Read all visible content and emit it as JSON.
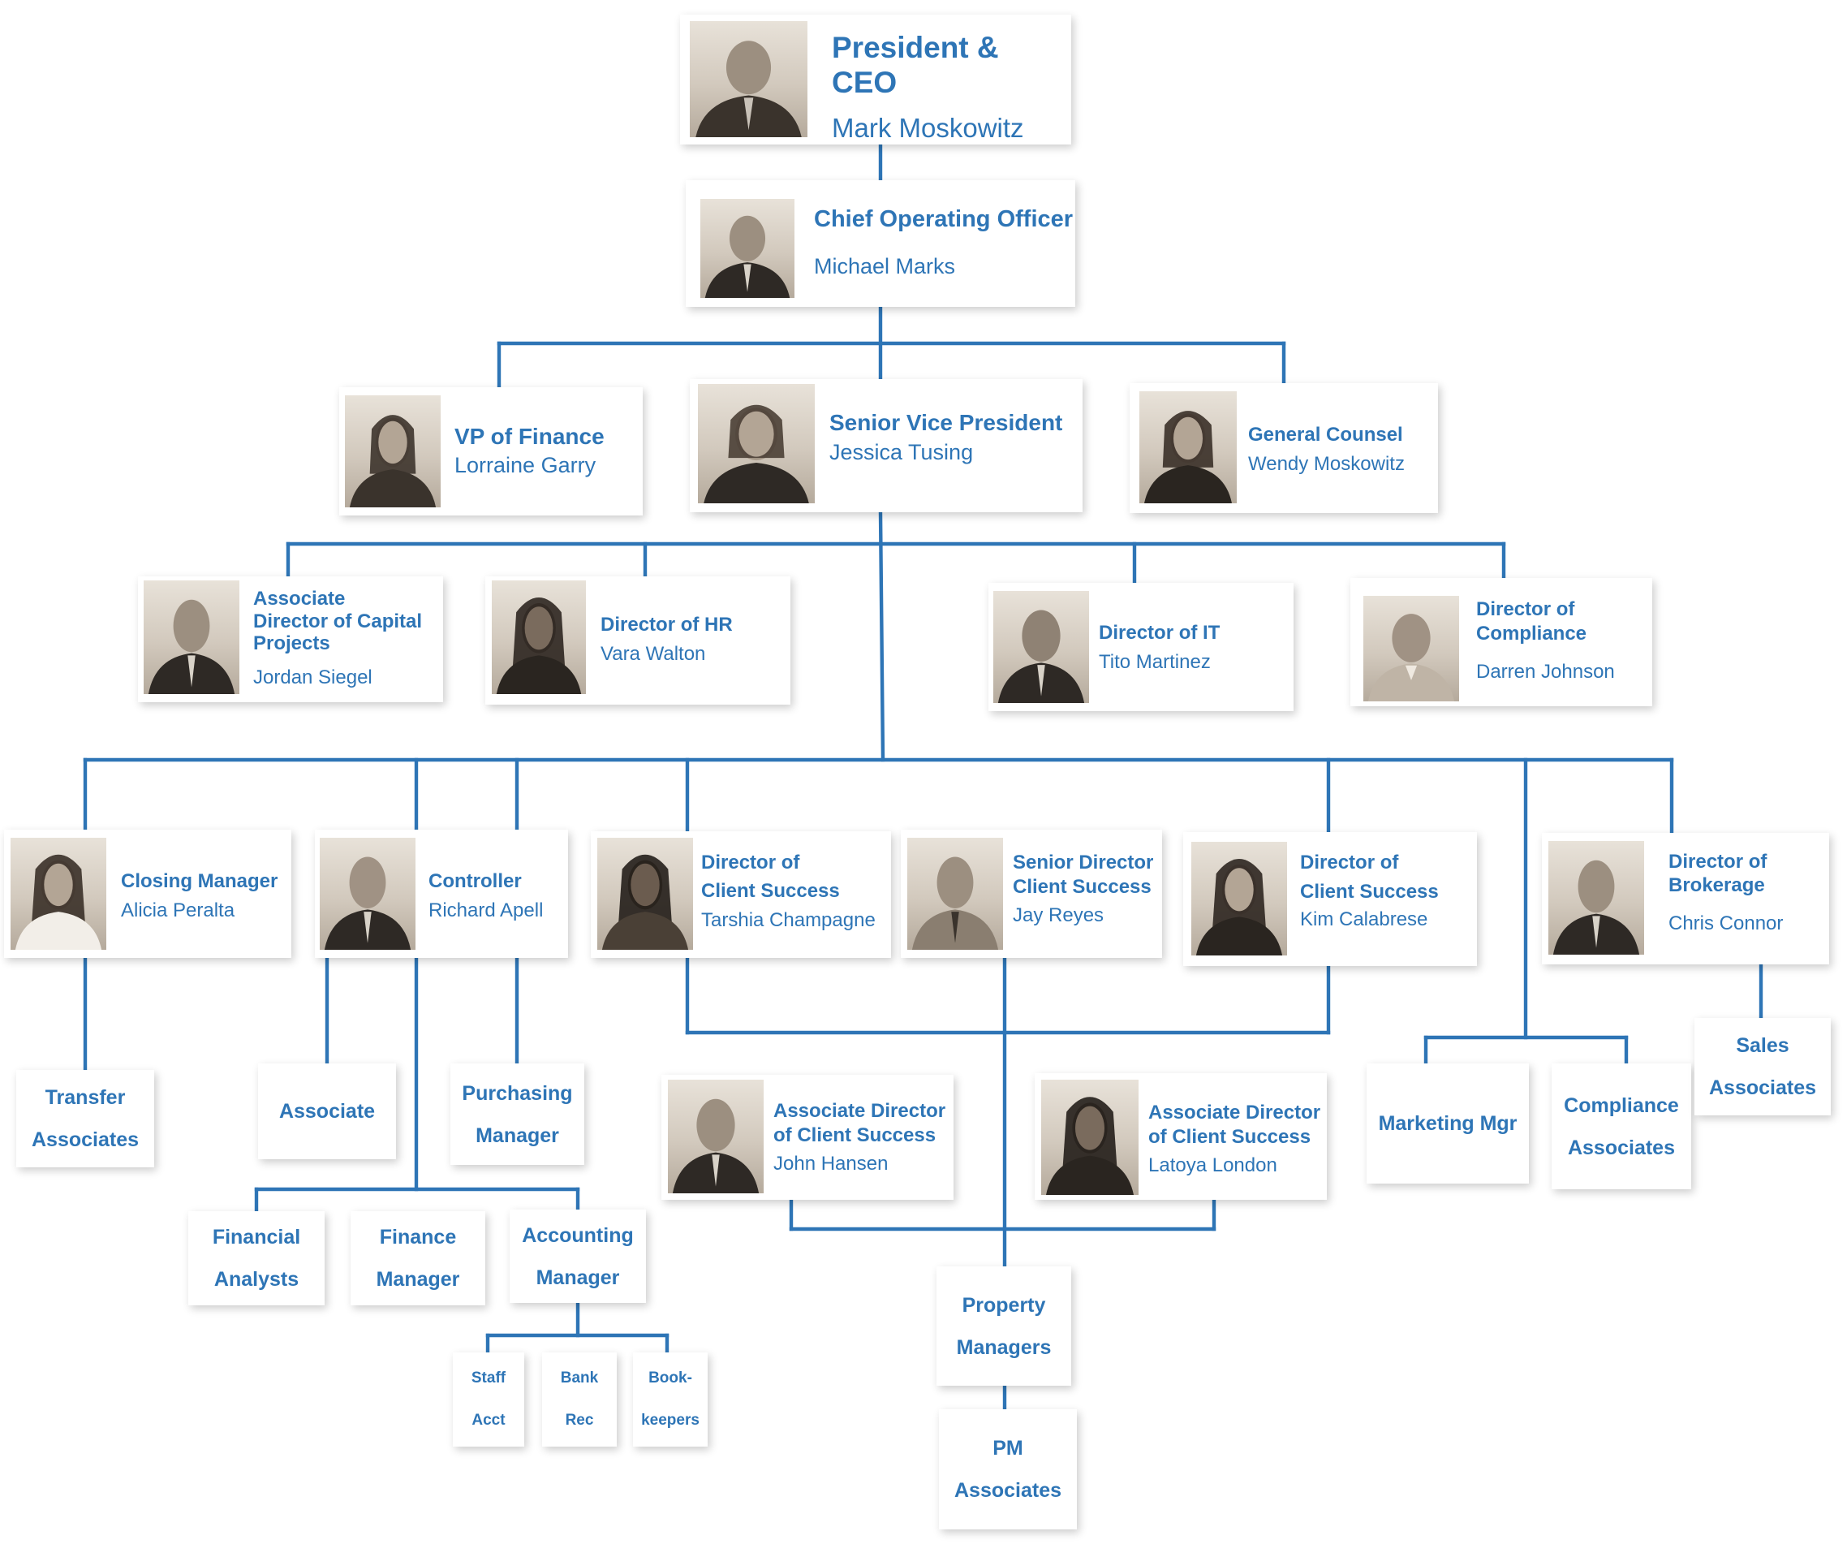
{
  "colors": {
    "accent": "#2e75b6",
    "line": "#2e75b6",
    "background": "#ffffff"
  },
  "people": {
    "ceo": {
      "title": "President & CEO",
      "name": "Mark Moskowitz",
      "photo": "portrait"
    },
    "coo": {
      "title": "Chief Operating Officer",
      "name": "Michael Marks",
      "photo": "portrait"
    },
    "vp_finance": {
      "title": "VP of Finance",
      "name": "Lorraine Garry",
      "photo": "portrait"
    },
    "svp": {
      "title": "Senior Vice President",
      "name": "Jessica Tusing",
      "photo": "portrait"
    },
    "general_counsel": {
      "title": "General Counsel",
      "name": "Wendy Moskowitz",
      "photo": "portrait"
    },
    "assoc_dir_capital": {
      "title": "Associate\nDirector of Capital\nProjects",
      "name": "Jordan Siegel",
      "photo": "portrait"
    },
    "dir_hr": {
      "title": "Director of HR",
      "name": "Vara Walton",
      "photo": "portrait"
    },
    "dir_it": {
      "title": "Director of IT",
      "name": "Tito Martinez",
      "photo": "portrait"
    },
    "dir_compliance": {
      "title": "Director of\nCompliance",
      "name": "Darren Johnson",
      "photo": "portrait"
    },
    "closing_manager": {
      "title": "Closing Manager",
      "name": "Alicia Peralta",
      "photo": "portrait"
    },
    "controller": {
      "title": "Controller",
      "name": "Richard Apell",
      "photo": "portrait"
    },
    "dir_client_success_1": {
      "title": "Director of\nClient Success",
      "name": "Tarshia Champagne",
      "photo": "portrait"
    },
    "sr_dir_client_success": {
      "title": "Senior Director\nClient Success",
      "name": "Jay Reyes",
      "photo": "portrait"
    },
    "dir_client_success_2": {
      "title": "Director of\nClient Success",
      "name": "Kim Calabrese",
      "photo": "portrait"
    },
    "dir_brokerage": {
      "title": "Director of\nBrokerage",
      "name": "Chris Connor",
      "photo": "portrait"
    },
    "assoc_dir_cs_1": {
      "title": "Associate Director\nof Client Success",
      "name": "John Hansen",
      "photo": "portrait"
    },
    "assoc_dir_cs_2": {
      "title": "Associate Director\nof Client Success",
      "name": "Latoya London",
      "photo": "portrait"
    }
  },
  "roles": {
    "transfer_associates": "Transfer\nAssociates",
    "associate": "Associate",
    "purchasing_manager": "Purchasing\nManager",
    "financial_analysts": "Financial\nAnalysts",
    "finance_manager": "Finance\nManager",
    "accounting_manager": "Accounting\nManager",
    "staff_acct": "Staff\nAcct",
    "bank_rec": "Bank\nRec",
    "bookkeepers": "Book-\nkeepers",
    "property_managers": "Property\nManagers",
    "pm_associates": "PM\nAssociates",
    "marketing_mgr": "Marketing Mgr",
    "compliance_associates": "Compliance\nAssociates",
    "sales_associates": "Sales\nAssociates"
  }
}
